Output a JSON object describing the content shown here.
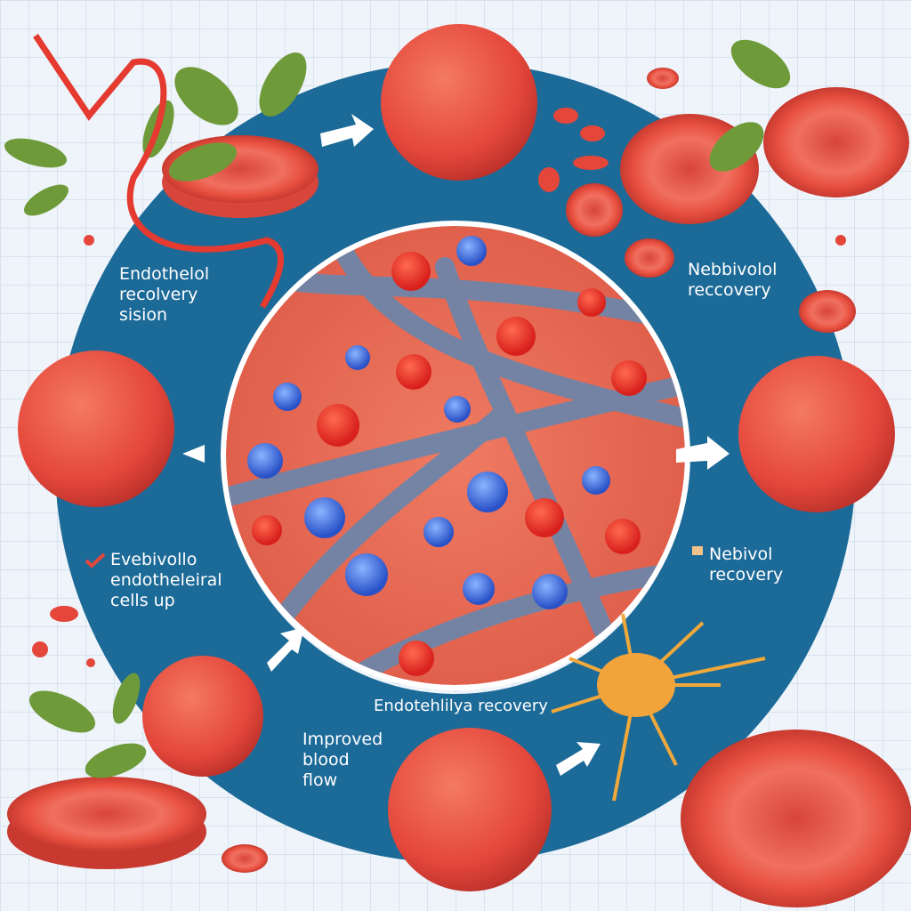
{
  "labels": {
    "top_left": [
      "Endothelol",
      "recolvery",
      "sision"
    ],
    "top_right": [
      "Nebbivolol",
      "reccovery"
    ],
    "bottom_left": [
      "Evebivollo",
      "endotheleiral",
      "cells up"
    ],
    "bottom_right": [
      "Nebivol",
      "recovery"
    ],
    "bottom_center": "Endotehlilya recovery",
    "bottom_side": [
      "Improved",
      "blood",
      "flow"
    ]
  },
  "icons": {
    "bottom_left_marker": "checkmark-icon",
    "bottom_right_marker": "square-bullet-icon"
  },
  "colors": {
    "ring": "#1c6a98",
    "blood_cell": "#e8473a",
    "tissue": "#e8705a",
    "vessel": "#6e85a8",
    "blue_cell": "#3a6fd8",
    "leaf": "#6f9a3a",
    "neuron": "#f0a83a"
  }
}
